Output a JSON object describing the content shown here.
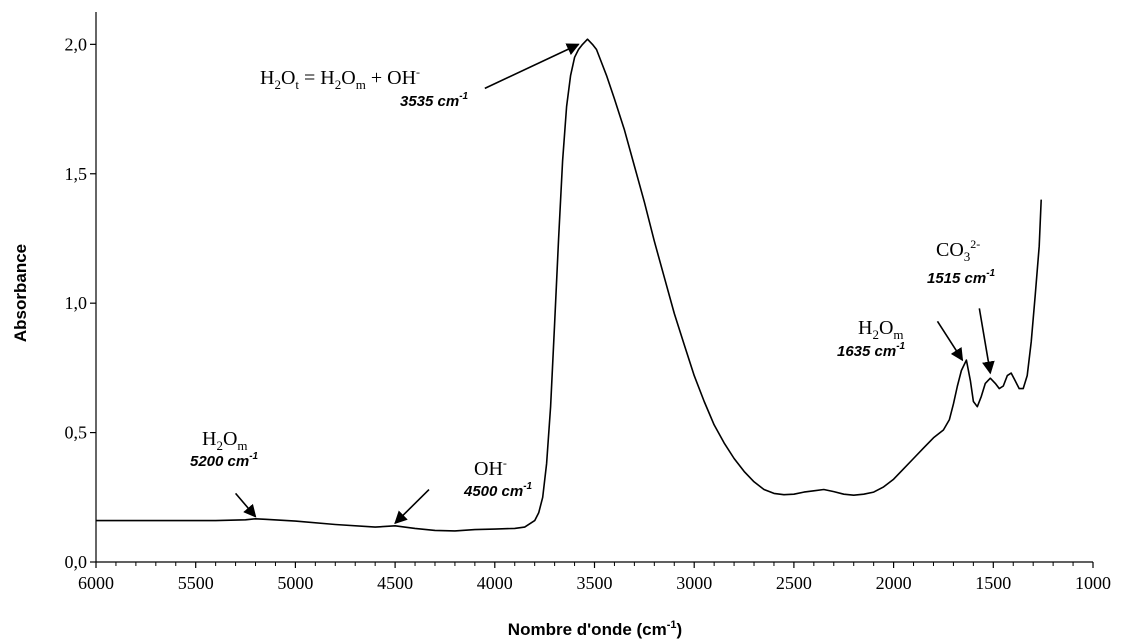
{
  "chart_data": {
    "type": "line",
    "title": "",
    "xlabel": "Nombre d'onde (cm",
    "xlabel_sup": "-1",
    "xlabel_close": ")",
    "ylabel": "Absorbance",
    "xlim": [
      6000,
      1000
    ],
    "ylim": [
      0.0,
      2.125
    ],
    "x_reversed": true,
    "grid": false,
    "x_ticks": [
      6000,
      5500,
      5000,
      4500,
      4000,
      3500,
      3000,
      2500,
      2000,
      1500,
      1000
    ],
    "x_tick_labels": [
      "6000",
      "5500",
      "5000",
      "4500",
      "4000",
      "3500",
      "3000",
      "2500",
      "2000",
      "1500",
      "1000"
    ],
    "y_ticks": [
      0.0,
      0.5,
      1.0,
      1.5,
      2.0
    ],
    "y_tick_labels": [
      "0,0",
      "0,5",
      "1,0",
      "1,5",
      "2,0"
    ],
    "series": [
      {
        "line_color": "#000000",
        "x": [
          6000,
          5800,
          5600,
          5400,
          5250,
          5200,
          5150,
          5000,
          4800,
          4600,
          4500,
          4400,
          4300,
          4200,
          4100,
          4000,
          3900,
          3850,
          3800,
          3780,
          3760,
          3740,
          3720,
          3700,
          3680,
          3660,
          3640,
          3620,
          3600,
          3580,
          3560,
          3535,
          3510,
          3490,
          3470,
          3440,
          3400,
          3350,
          3300,
          3250,
          3200,
          3150,
          3100,
          3050,
          3000,
          2950,
          2900,
          2850,
          2800,
          2750,
          2700,
          2650,
          2600,
          2550,
          2500,
          2450,
          2400,
          2350,
          2300,
          2250,
          2200,
          2150,
          2100,
          2050,
          2000,
          1950,
          1900,
          1850,
          1800,
          1750,
          1720,
          1700,
          1680,
          1660,
          1635,
          1615,
          1600,
          1580,
          1560,
          1540,
          1515,
          1490,
          1470,
          1450,
          1430,
          1410,
          1390,
          1370,
          1350,
          1330,
          1310,
          1290,
          1270,
          1260
        ],
        "y": [
          0.16,
          0.16,
          0.16,
          0.16,
          0.163,
          0.167,
          0.165,
          0.158,
          0.145,
          0.135,
          0.14,
          0.13,
          0.122,
          0.12,
          0.125,
          0.127,
          0.13,
          0.135,
          0.16,
          0.19,
          0.25,
          0.38,
          0.6,
          0.92,
          1.25,
          1.55,
          1.76,
          1.88,
          1.95,
          1.98,
          2.0,
          2.02,
          2.0,
          1.98,
          1.94,
          1.88,
          1.79,
          1.67,
          1.53,
          1.39,
          1.24,
          1.1,
          0.96,
          0.84,
          0.72,
          0.62,
          0.53,
          0.46,
          0.4,
          0.35,
          0.31,
          0.28,
          0.265,
          0.26,
          0.262,
          0.27,
          0.275,
          0.28,
          0.272,
          0.262,
          0.258,
          0.262,
          0.27,
          0.29,
          0.32,
          0.36,
          0.4,
          0.44,
          0.48,
          0.51,
          0.55,
          0.61,
          0.68,
          0.74,
          0.78,
          0.7,
          0.62,
          0.6,
          0.64,
          0.69,
          0.71,
          0.69,
          0.67,
          0.68,
          0.72,
          0.73,
          0.7,
          0.67,
          0.67,
          0.72,
          0.85,
          1.03,
          1.22,
          1.4
        ]
      }
    ],
    "annotations": [
      {
        "label": "H2Ot = H2Om + OH-",
        "wavenumber": "3535 cm",
        "wn_sup": "-1",
        "arrow_from": [
          4050,
          1.83
        ],
        "arrow_to": [
          3580,
          2.0
        ]
      },
      {
        "label": "H2Om",
        "wavenumber": "5200 cm",
        "wn_sup": "-1",
        "arrow_from": [
          5300,
          0.265
        ],
        "arrow_to": [
          5200,
          0.175
        ]
      },
      {
        "label": "OH-",
        "wavenumber": "4500 cm",
        "wn_sup": "-1",
        "arrow_from": [
          4330,
          0.28
        ],
        "arrow_to": [
          4500,
          0.15
        ]
      },
      {
        "label": "H2Om",
        "wavenumber": "1635 cm",
        "wn_sup": "-1",
        "arrow_from": [
          1780,
          0.93
        ],
        "arrow_to": [
          1655,
          0.78
        ]
      },
      {
        "label": "CO32-",
        "wavenumber": "1515 cm",
        "wn_sup": "-1",
        "arrow_from": [
          1570,
          0.98
        ],
        "arrow_to": [
          1515,
          0.73
        ]
      }
    ]
  }
}
